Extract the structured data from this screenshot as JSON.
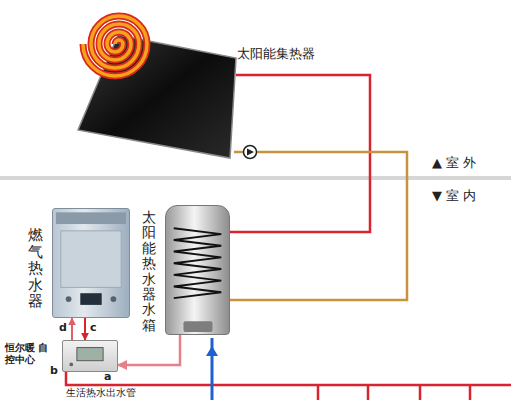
{
  "diagram": {
    "nodes": [
      {
        "text": [
          "太阳能集热器"
        ]
      },
      {
        "text": [
          "太阳能热水器水箱"
        ]
      },
      {
        "text": [
          "燃气热水器"
        ]
      },
      {
        "text": [
          "恒尔暖 自控中心"
        ]
      }
    ],
    "edges": [
      {
        "from": 0,
        "to": 1,
        "arrow": "none"
      },
      {
        "from": 0,
        "to": 1,
        "arrow": "none"
      },
      {
        "from": 3,
        "to": 2,
        "label": "d",
        "arrow": "to"
      },
      {
        "from": 2,
        "to": 3,
        "label": "c",
        "arrow": "to"
      },
      {
        "from": 1,
        "to": 3,
        "arrow": "to"
      }
    ],
    "labels": [
      "▲ 室 外",
      "▼ 室 内",
      "b",
      "a",
      "生活热水出水管"
    ]
  }
}
